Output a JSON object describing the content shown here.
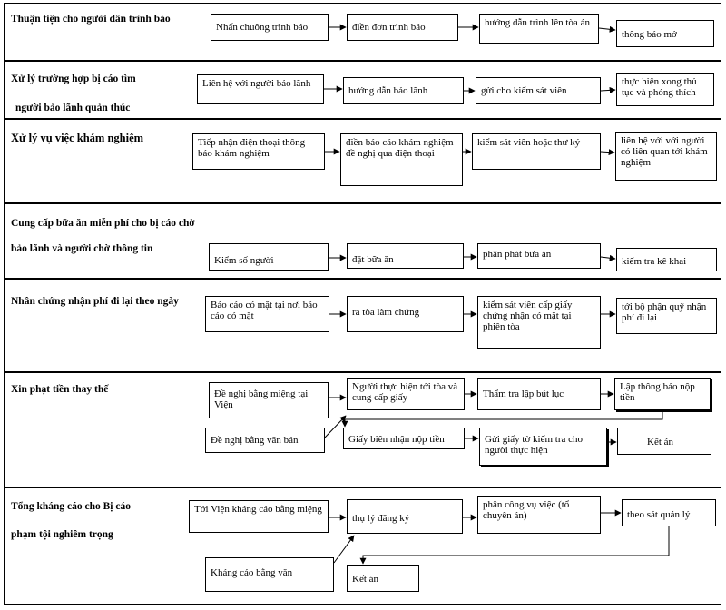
{
  "rows": [
    {
      "title_lines": [
        "Thuận tiện cho người dân trình báo"
      ],
      "steps": [
        "Nhấn chuông trình báo",
        "điền đơn trình báo",
        "hướng dẫn trình lên tòa án",
        "thông báo mở"
      ]
    },
    {
      "title_lines": [
        "Xử lý trường hợp bị cáo tìm",
        "người bảo lãnh quản thúc"
      ],
      "steps": [
        "Liên hệ với người bảo lãnh",
        "hướng dẫn bảo lãnh",
        "gửi cho kiểm sát viên",
        "thực hiện xong thủ tục và phóng thích"
      ]
    },
    {
      "title_lines": [
        "Xử lý vụ việc khám nghiệm"
      ],
      "steps": [
        "Tiếp nhận điện thoại thông báo khám nghiệm",
        "điền báo cáo khám nghiệm đề nghị qua điện thoại",
        "kiểm sát viên hoặc thư ký",
        "liên hệ với với người có liên quan tới khám nghiệm"
      ]
    },
    {
      "title_lines": [
        "Cung cấp bữa ăn miễn phí cho bị cáo chờ",
        "bảo lãnh và người chờ thông tin"
      ],
      "steps": [
        "Kiểm số người",
        "đặt bữa ăn",
        "phân phát bữa ăn",
        "kiểm tra kê khai"
      ]
    },
    {
      "title_lines": [
        "Nhân chứng nhận phí đi lại theo ngày"
      ],
      "steps": [
        "Báo cáo có mặt tại nơi báo cáo có mặt",
        "ra tòa làm chứng",
        "kiểm sát viên cấp giấy chứng nhận có mặt tại phiên tòa",
        "tới bộ phận quỹ nhận phí đi lại"
      ]
    },
    {
      "title_lines": [
        "Xin phạt tiền thay thế"
      ],
      "steps": [
        "Đề nghị bằng miệng tại Viện",
        "Người thực hiện tới tòa và cung cấp giấy",
        "Thẩm tra lập bút lục",
        "Lập thông báo nộp tiền",
        "Đề nghị bằng văn bản",
        "Giấy biên nhận nộp tiền",
        "Gửi giấy tờ kiểm tra cho người thực hiện",
        "Kết án"
      ]
    },
    {
      "title_lines": [
        "Tổng kháng cáo cho Bị cáo",
        "phạm tội nghiêm trọng"
      ],
      "steps": [
        "Tới Viện kháng cáo bằng miệng",
        "thụ lý đăng ký",
        "phân công vụ việc (tổ chuyên án)",
        "theo sát quản lý",
        "Kháng cáo bằng văn",
        "Kết án"
      ]
    }
  ]
}
